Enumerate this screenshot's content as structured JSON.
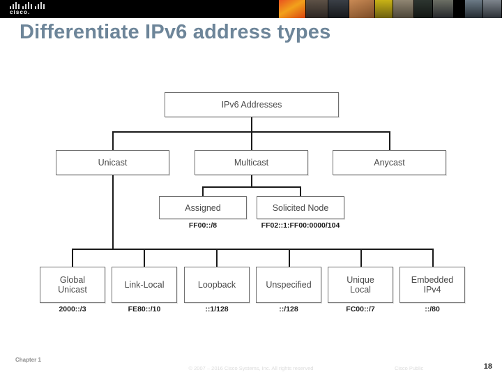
{
  "header": {
    "logo_icon": "cisco-logo-icon",
    "logo_wordmark": "cisco.",
    "photo_strip_icon": "people-photo-strip"
  },
  "title": "Differentiate IPv6 address types",
  "diagram": {
    "type": "hierarchy-tree",
    "root": {
      "label": "IPv6 Addresses"
    },
    "level2": [
      {
        "label": "Unicast"
      },
      {
        "label": "Multicast"
      },
      {
        "label": "Anycast"
      }
    ],
    "multicast_children": [
      {
        "label": "Assigned",
        "prefix": "FF00::/8"
      },
      {
        "label": "Solicited Node",
        "prefix": "FF02::1:FF00:0000/104"
      }
    ],
    "unicast_children": [
      {
        "label": "Global\nUnicast",
        "line1": "Global",
        "line2": "Unicast",
        "prefix": "2000::/3"
      },
      {
        "label": "Link-Local",
        "line1": "Link-Local",
        "line2": "",
        "prefix": "FE80::/10"
      },
      {
        "label": "Loopback",
        "line1": "Loopback",
        "line2": "",
        "prefix": "::1/128"
      },
      {
        "label": "Unspecified",
        "line1": "Unspecified",
        "line2": "",
        "prefix": "::/128"
      },
      {
        "label": "Unique\nLocal",
        "line1": "Unique",
        "line2": "Local",
        "prefix": "FC00::/7"
      },
      {
        "label": "Embedded\nIPv4",
        "line1": "Embedded",
        "line2": "IPv4",
        "prefix": "::/80"
      }
    ]
  },
  "footer": {
    "chapter": "Chapter 1",
    "copyright": "© 2007 – 2016  Cisco Systems, Inc.  All rights reserved",
    "confidentiality": "Cisco Public",
    "page_number": "18"
  },
  "colors": {
    "title": "#6d8599",
    "header_band": "#000000",
    "box_border": "#6f6f6f",
    "box_text": "#4a4a4a",
    "line": "#1a1a1a",
    "prefix_text": "#1d1d1d"
  }
}
